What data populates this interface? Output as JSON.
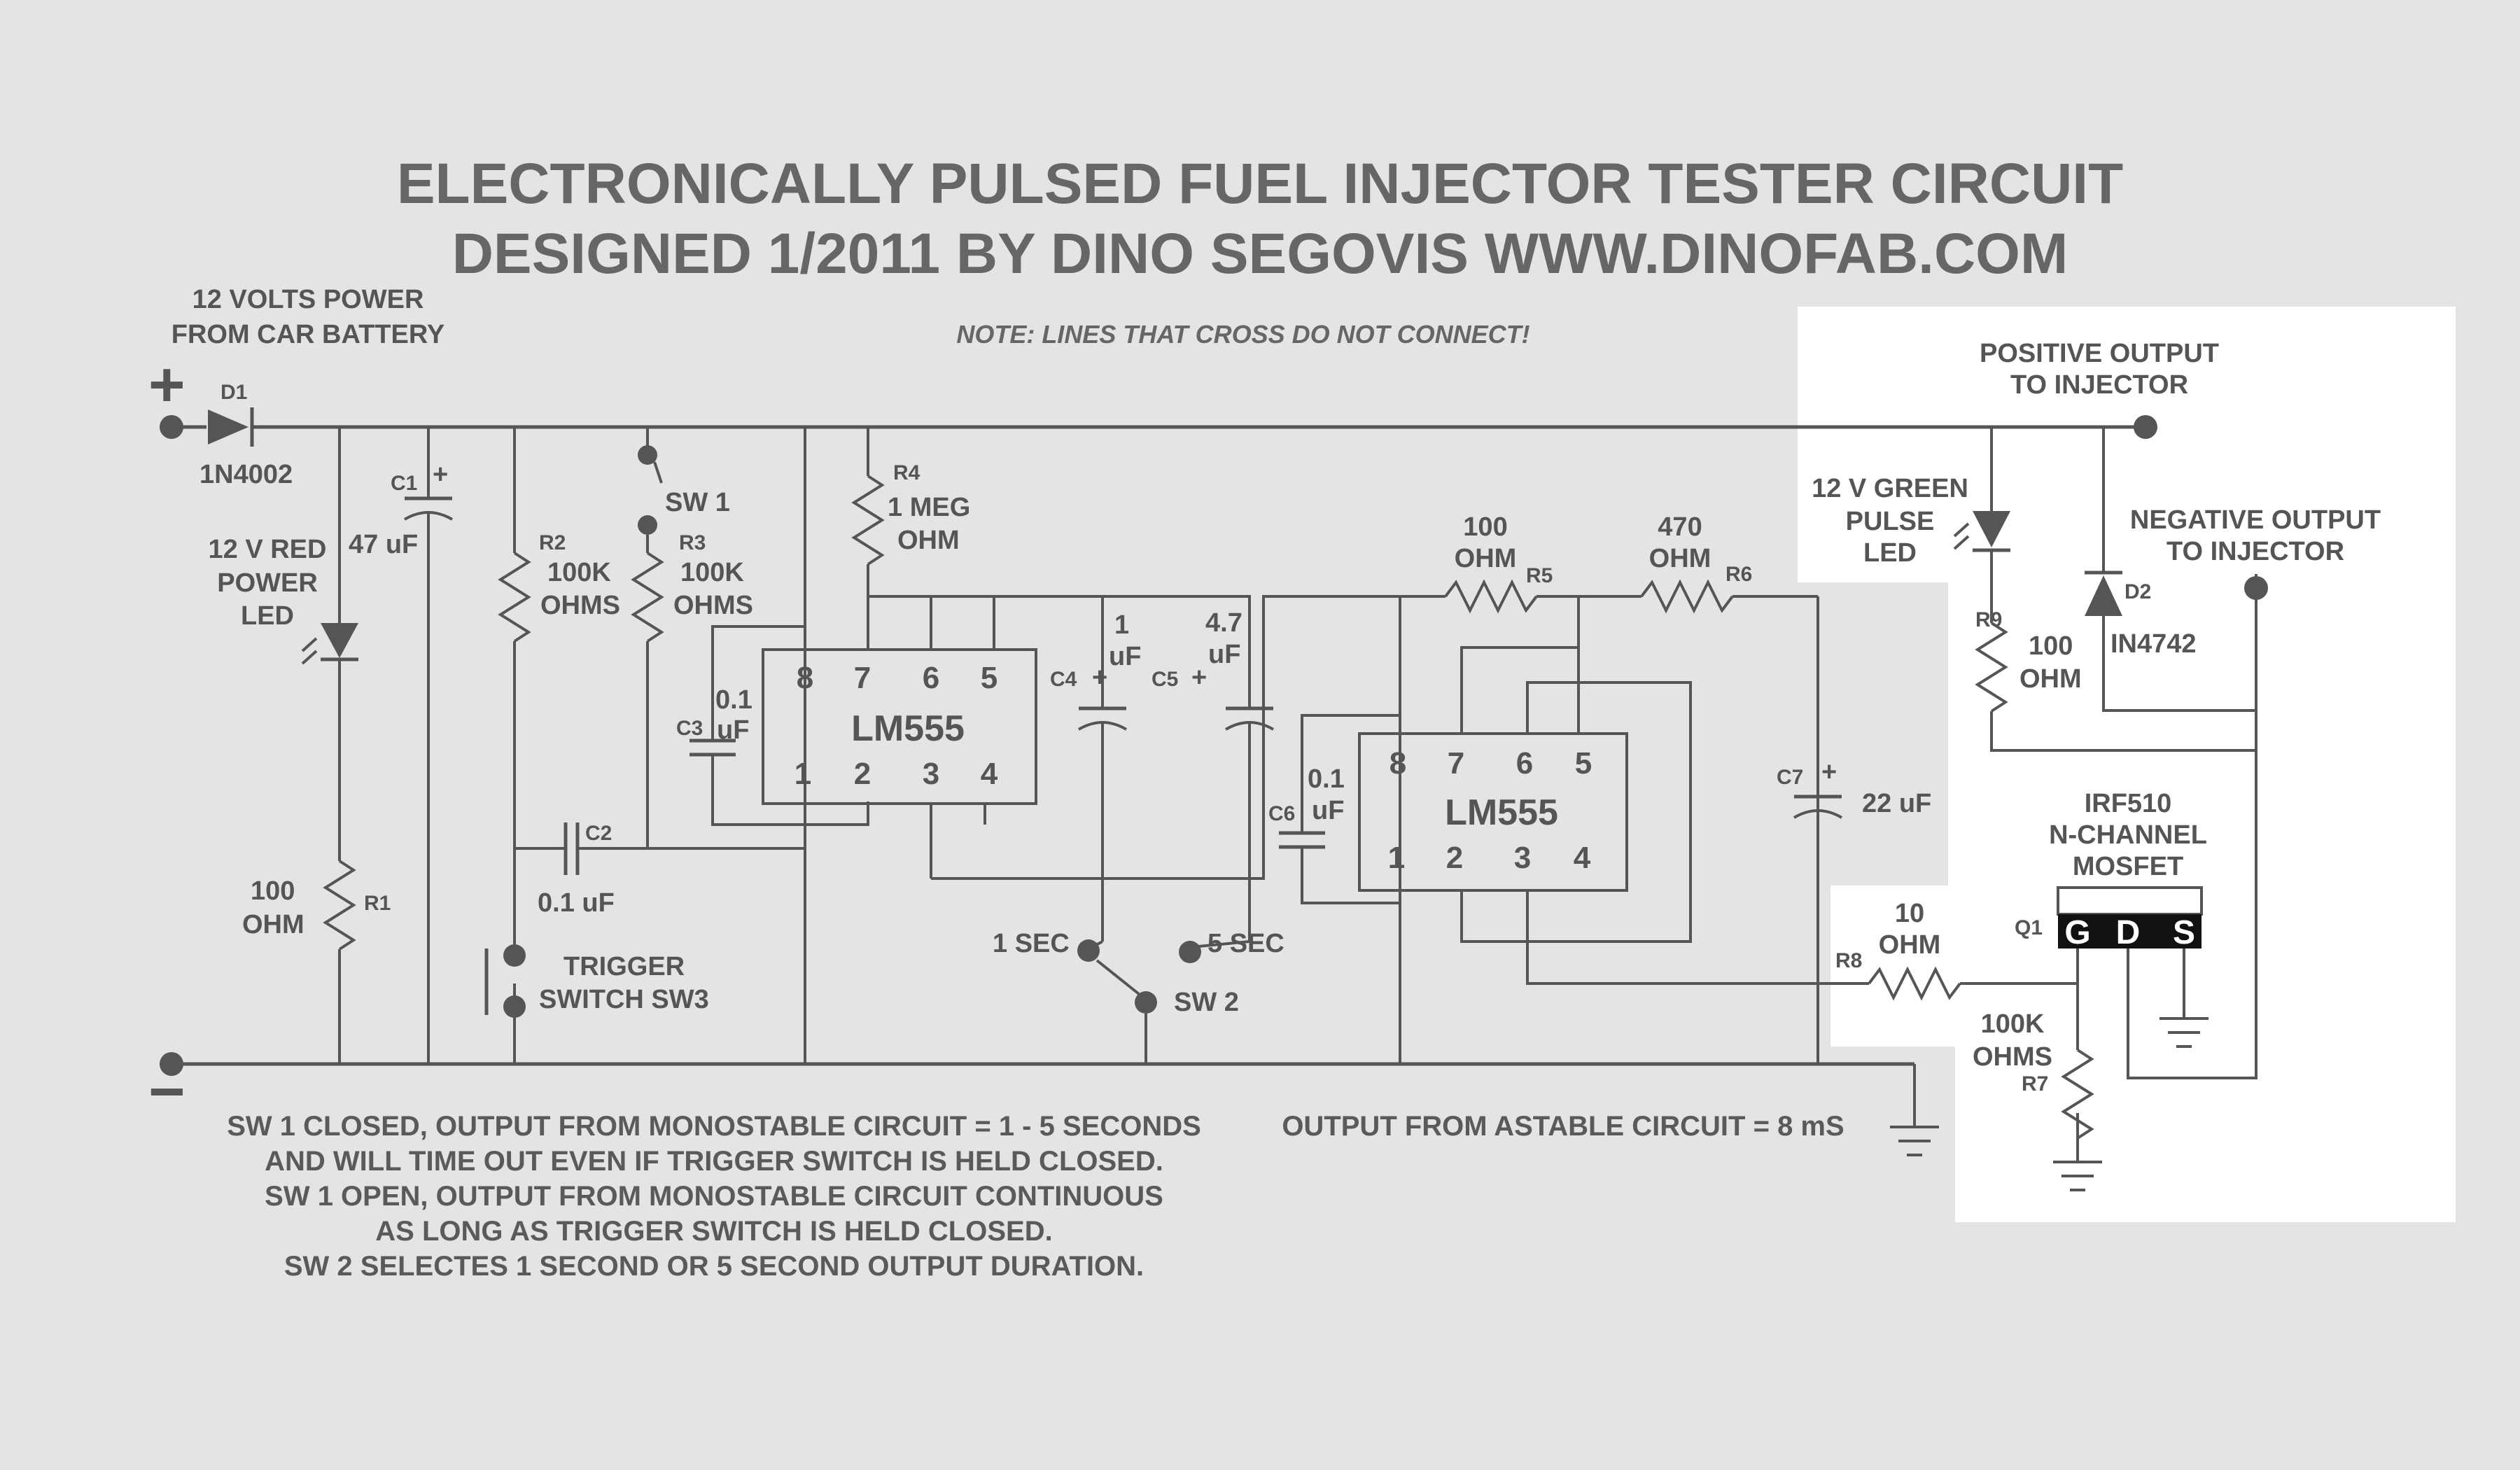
{
  "title": {
    "line1": "ELECTRONICALLY PULSED FUEL INJECTOR TESTER CIRCUIT",
    "line2": "DESIGNED 1/2011 BY DINO SEGOVIS WWW.DINOFAB.COM"
  },
  "power": {
    "line1": "12 VOLTS POWER",
    "line2": "FROM CAR BATTERY",
    "plus": "+",
    "minus": "−"
  },
  "note": "NOTE: LINES THAT CROSS DO NOT CONNECT!",
  "components": {
    "d1": {
      "ref": "D1",
      "part": "1N4002"
    },
    "c1": {
      "ref": "C1",
      "value": "47 uF"
    },
    "power_led": {
      "l1": "12 V RED",
      "l2": "POWER",
      "l3": "LED"
    },
    "r1": {
      "ref": "R1",
      "v1": "100",
      "v2": "OHM"
    },
    "r2": {
      "ref": "R2",
      "v1": "100K",
      "v2": "OHMS"
    },
    "sw1": {
      "ref": "SW 1"
    },
    "r3": {
      "ref": "R3",
      "v1": "100K",
      "v2": "OHMS"
    },
    "c2": {
      "ref": "C2",
      "value": "0.1 uF"
    },
    "c3": {
      "ref": "C3",
      "v1": "0.1",
      "v2": "uF"
    },
    "r4": {
      "ref": "R4",
      "v1": "1 MEG",
      "v2": "OHM"
    },
    "ic1": {
      "name": "LM555",
      "top_pins": [
        "8",
        "7",
        "6",
        "5"
      ],
      "bottom_pins": [
        "1",
        "2",
        "3",
        "4"
      ]
    },
    "c4": {
      "ref": "C4",
      "v1": "1",
      "v2": "uF"
    },
    "c5": {
      "ref": "C5",
      "v1": "4.7",
      "v2": "uF"
    },
    "trigger": {
      "l1": "TRIGGER",
      "l2": "SWITCH SW3"
    },
    "sw2": {
      "ref": "SW 2",
      "opt1": "1 SEC",
      "opt2": "5 SEC"
    },
    "c6": {
      "ref": "C6",
      "v1": "0.1",
      "v2": "uF"
    },
    "ic2": {
      "name": "LM555",
      "top_pins": [
        "8",
        "7",
        "6",
        "5"
      ],
      "bottom_pins": [
        "1",
        "2",
        "3",
        "4"
      ]
    },
    "r5": {
      "ref": "R5",
      "v1": "100",
      "v2": "OHM"
    },
    "r6": {
      "ref": "R6",
      "v1": "470",
      "v2": "OHM"
    },
    "c7": {
      "ref": "C7",
      "value": "22 uF"
    },
    "r8": {
      "ref": "R8",
      "v1": "10",
      "v2": "OHM"
    },
    "r7": {
      "ref": "R7",
      "v1": "100K",
      "v2": "OHMS"
    },
    "q1": {
      "ref": "Q1",
      "l1": "IRF510",
      "l2": "N-CHANNEL",
      "l3": "MOSFET",
      "pins": [
        "G",
        "D",
        "S"
      ]
    },
    "pulse_led": {
      "l1": "12 V GREEN",
      "l2": "PULSE",
      "l3": "LED"
    },
    "r9": {
      "ref": "R9",
      "v1": "100",
      "v2": "OHM"
    },
    "d2": {
      "ref": "D2",
      "part": "IN4742"
    }
  },
  "outputs": {
    "positive": {
      "l1": "POSITIVE OUTPUT",
      "l2": "TO INJECTOR"
    },
    "negative": {
      "l1": "NEGATIVE OUTPUT",
      "l2": "TO INJECTOR"
    }
  },
  "notes": {
    "monostable": [
      "SW 1 CLOSED, OUTPUT FROM MONOSTABLE CIRCUIT = 1 - 5  SECONDS",
      "AND WILL TIME OUT EVEN IF TRIGGER SWITCH IS HELD CLOSED.",
      "SW 1 OPEN, OUTPUT FROM MONOSTABLE CIRCUIT CONTINUOUS",
      "AS LONG AS TRIGGER SWITCH IS HELD CLOSED.",
      "SW 2 SELECTES 1 SECOND OR 5 SECOND OUTPUT DURATION."
    ],
    "astable": "OUTPUT FROM ASTABLE CIRCUIT = 8 mS"
  }
}
